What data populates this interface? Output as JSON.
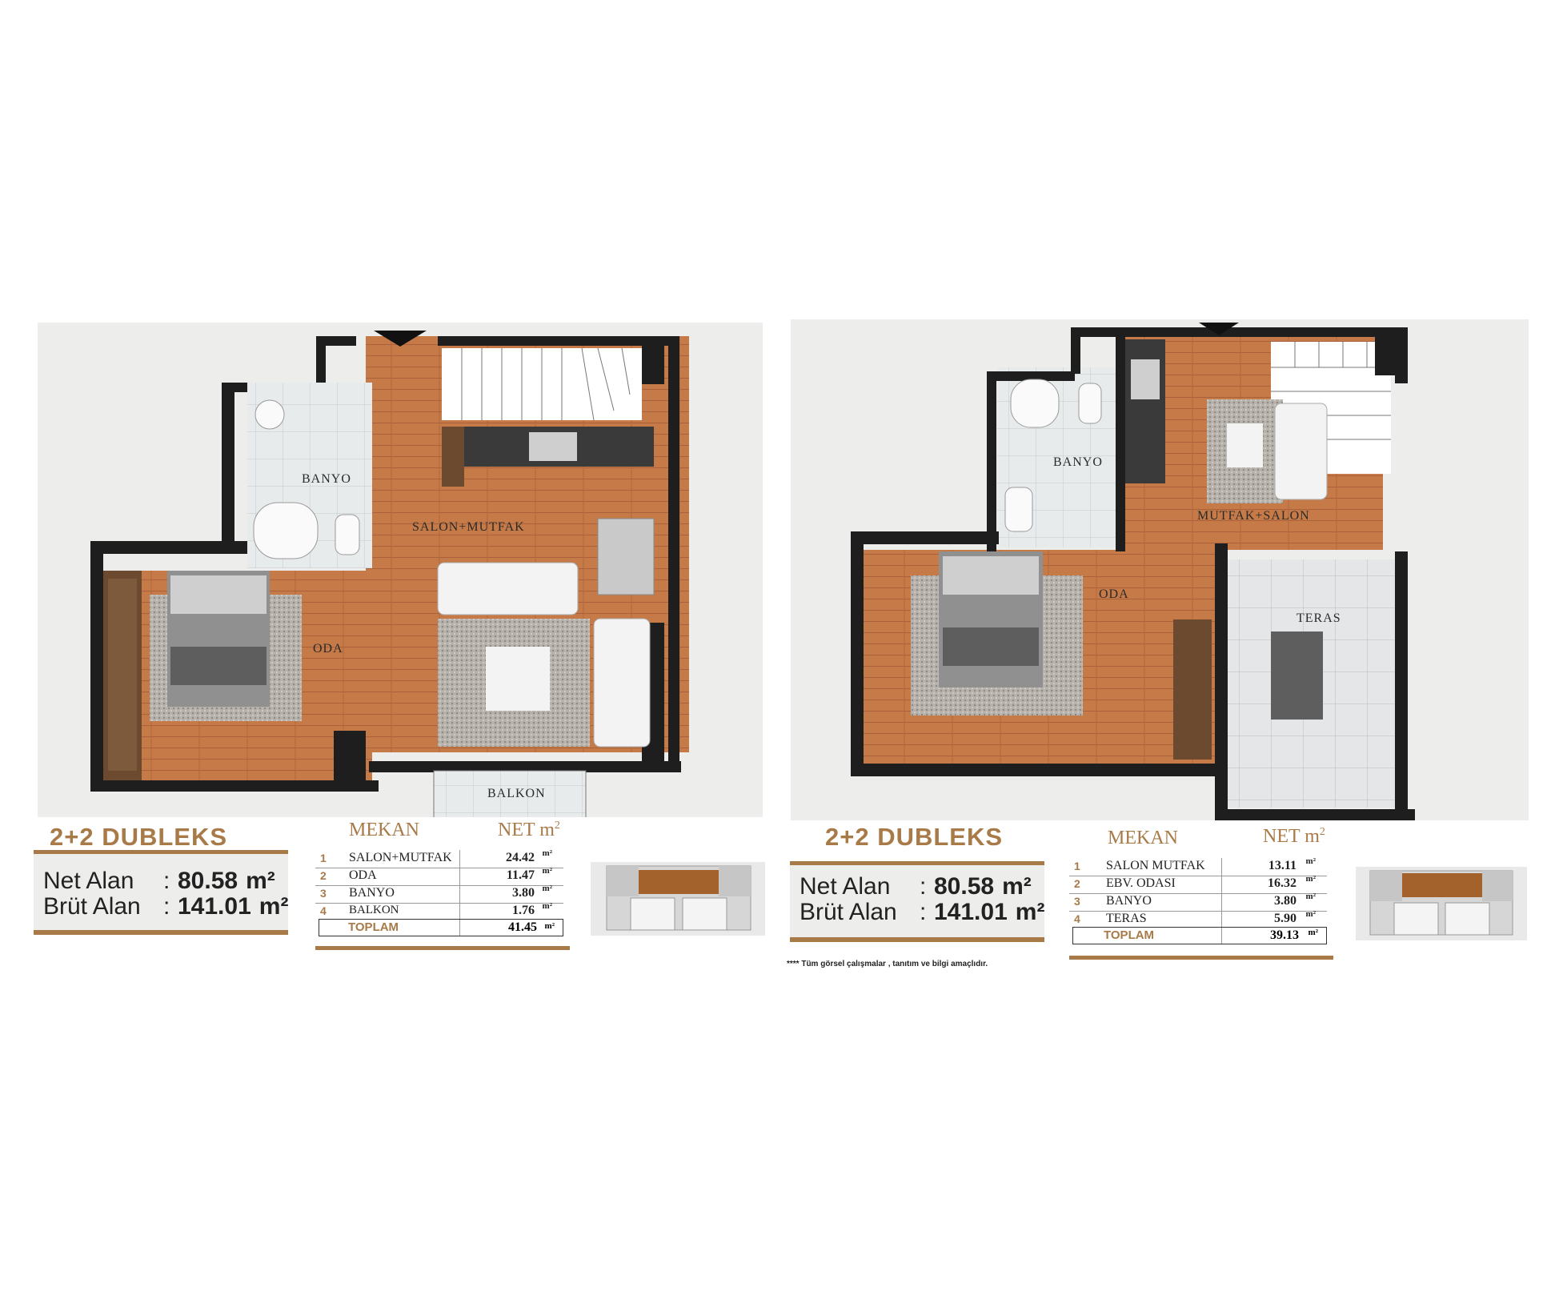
{
  "plans": [
    {
      "title": "2+2 DUBLEKS",
      "net_label": "Net Alan",
      "net_colon": ":",
      "net_value": "80.58",
      "brut_label": "Brüt Alan",
      "brut_colon": ":",
      "brut_value": "141.01",
      "unit": "m²",
      "rooms_labels": [
        "BANYO",
        "SALON+MUTFAK",
        "ODA",
        "BALKON"
      ],
      "table": {
        "header_left": "MEKAN",
        "header_right": "NET m",
        "header_sup": "2",
        "rows": [
          {
            "num": "1",
            "name": "SALON+MUTFAK",
            "value": "24.42",
            "unit": "m²"
          },
          {
            "num": "2",
            "name": "ODA",
            "value": "11.47",
            "unit": "m²"
          },
          {
            "num": "3",
            "name": "BANYO",
            "value": "3.80",
            "unit": "m²"
          },
          {
            "num": "4",
            "name": "BALKON",
            "value": "1.76",
            "unit": "m²"
          }
        ],
        "total_label": "TOPLAM",
        "total_value": "41.45",
        "total_unit": "m²"
      }
    },
    {
      "title": "2+2 DUBLEKS",
      "net_label": "Net Alan",
      "net_colon": ":",
      "net_value": "80.58",
      "brut_label": "Brüt Alan",
      "brut_colon": ":",
      "brut_value": "141.01",
      "unit": "m²",
      "rooms_labels": [
        "BANYO",
        "MUTFAK+SALON",
        "ODA",
        "TERAS"
      ],
      "table": {
        "header_left": "MEKAN",
        "header_right": "NET m",
        "header_sup": "2",
        "rows": [
          {
            "num": "1",
            "name": "SALON  MUTFAK",
            "value": "13.11",
            "unit": "m²"
          },
          {
            "num": "2",
            "name": "EBV. ODASI",
            "value": "16.32",
            "unit": "m²"
          },
          {
            "num": "3",
            "name": "BANYO",
            "value": "3.80",
            "unit": "m²"
          },
          {
            "num": "4",
            "name": "TERAS",
            "value": "5.90",
            "unit": "m²"
          }
        ],
        "total_label": "TOPLAM",
        "total_value": "39.13",
        "total_unit": "m²"
      }
    }
  ],
  "footnote": "**** Tüm görsel çalışmalar , tanıtım ve bilgi amaçlıdır.",
  "colors": {
    "accent": "#a87a48",
    "wall": "#1e1e1e",
    "wood_floor": "#c67a48",
    "tile_floor": "#e8ebec",
    "panel_bg": "#ededec"
  }
}
